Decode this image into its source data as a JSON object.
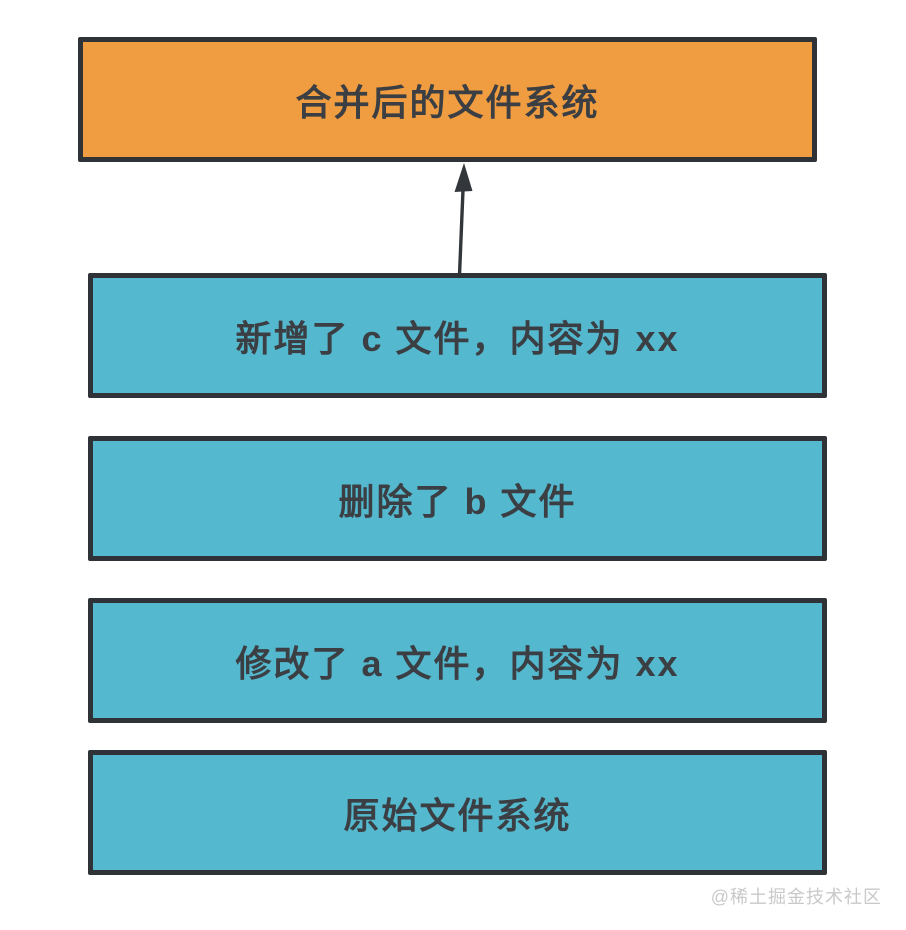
{
  "diagram": {
    "title_context": "layered file system merge diagram",
    "nodes": [
      {
        "id": "merged-fs",
        "label": "合并后的文件系统",
        "fill": "#f09c41",
        "role": "result"
      },
      {
        "id": "add-c",
        "label": "新增了 c 文件，内容为 xx",
        "fill": "#54b8ce",
        "role": "layer"
      },
      {
        "id": "del-b",
        "label": "删除了 b 文件",
        "fill": "#54b8ce",
        "role": "layer"
      },
      {
        "id": "mod-a",
        "label": "修改了 a 文件，内容为 xx",
        "fill": "#54b8ce",
        "role": "layer"
      },
      {
        "id": "original-fs",
        "label": "原始文件系统",
        "fill": "#54b8ce",
        "role": "base"
      }
    ],
    "edges": [
      {
        "from": "add-c",
        "to": "merged-fs",
        "direction": "up",
        "style": "solid-arrow"
      }
    ],
    "colors": {
      "orange": "#f09c41",
      "teal": "#54b8ce",
      "border": "#2f3337",
      "text": "#3b3f43",
      "arrow": "#33373b",
      "watermark": "#c9c9c9",
      "background": "#ffffff"
    },
    "watermark": "@稀土掘金技术社区"
  }
}
